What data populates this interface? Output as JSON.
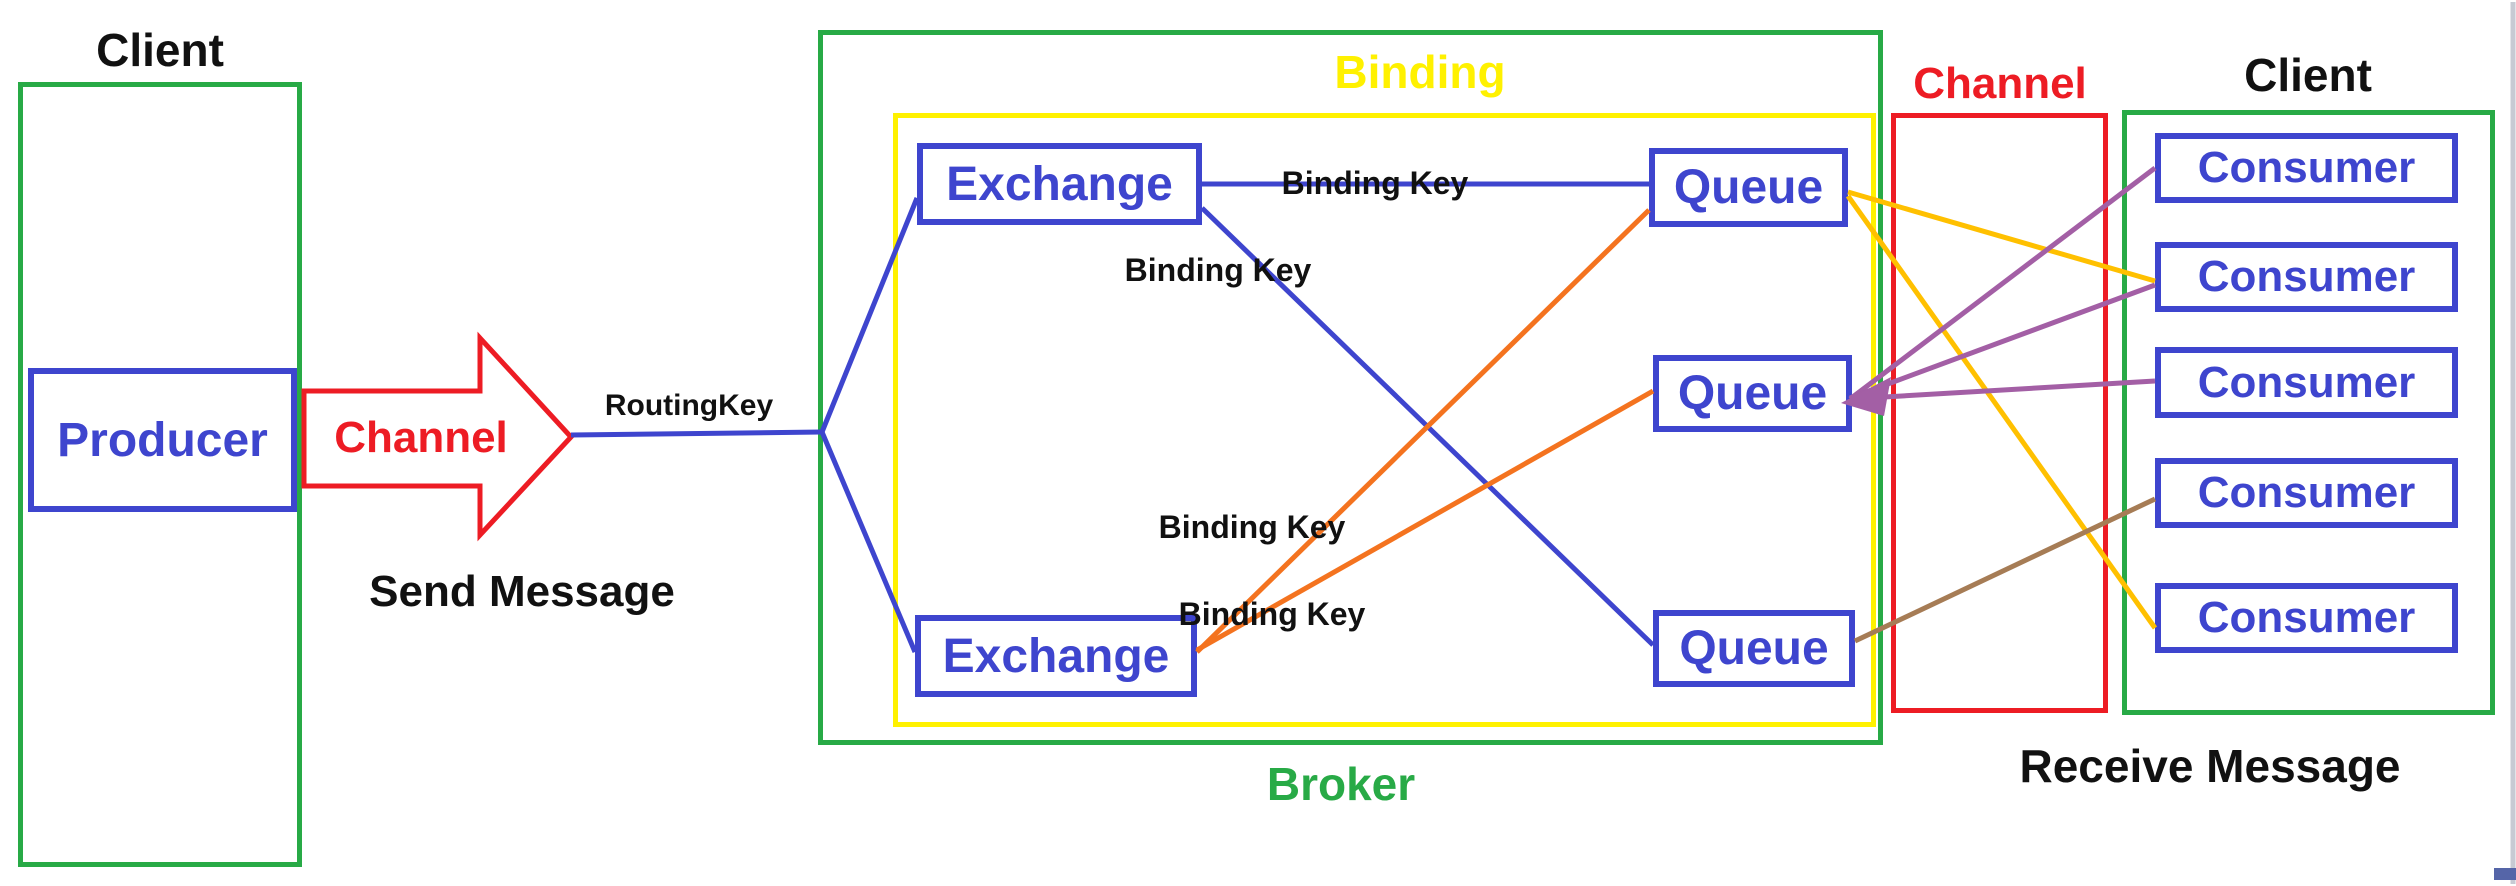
{
  "colors": {
    "green": "#28AA46",
    "red": "#ED1C24",
    "blue": "#3E45CE",
    "yellow": "#FFF100",
    "gold": "#FFC000",
    "orange": "#F4731F",
    "purple": "#A35FA5",
    "brown": "#A67C55",
    "text_black": "#111111"
  },
  "producer_client": {
    "title": "Client",
    "producer_label": "Producer"
  },
  "channel_arrow": {
    "label": "Channel",
    "caption": "Send Message"
  },
  "routing_key_label": "RoutingKey",
  "broker": {
    "title": "Broker",
    "binding_title": "Binding",
    "exchanges": [
      {
        "label": "Exchange"
      },
      {
        "label": "Exchange"
      }
    ],
    "queues": [
      {
        "label": "Queue"
      },
      {
        "label": "Queue"
      },
      {
        "label": "Queue"
      }
    ],
    "binding_key_labels": [
      "Binding Key",
      "Binding Key",
      "Binding Key",
      "Binding Key"
    ]
  },
  "channel_column": {
    "title": "Channel"
  },
  "consumer_client": {
    "title": "Client",
    "caption": "Receive Message",
    "consumers": [
      "Consumer",
      "Consumer",
      "Consumer",
      "Consumer",
      "Consumer"
    ]
  },
  "connections": [
    {
      "from": "producer",
      "to": "exchanges",
      "via": "channel-arrow",
      "label": "RoutingKey",
      "color": "blue"
    },
    {
      "from": "exchange-1",
      "to": "queue-1",
      "label": "Binding Key",
      "color": "blue"
    },
    {
      "from": "exchange-1",
      "to": "queue-3",
      "label": "Binding Key",
      "color": "blue"
    },
    {
      "from": "exchange-2",
      "to": "queue-1",
      "label": "Binding Key",
      "color": "orange"
    },
    {
      "from": "exchange-2",
      "to": "queue-2",
      "label": "Binding Key",
      "color": "orange"
    },
    {
      "from": "queue-1",
      "to": "consumer-2",
      "color": "gold"
    },
    {
      "from": "queue-1",
      "to": "consumer-5",
      "color": "gold"
    },
    {
      "from": "queue-2",
      "to": "consumer-1",
      "color": "purple",
      "arrowhead": "at-queue"
    },
    {
      "from": "queue-2",
      "to": "consumer-2",
      "color": "purple",
      "arrowhead": "at-queue"
    },
    {
      "from": "queue-2",
      "to": "consumer-3",
      "color": "purple",
      "arrowhead": "at-queue"
    },
    {
      "from": "queue-3",
      "to": "consumer-4",
      "color": "brown"
    }
  ]
}
